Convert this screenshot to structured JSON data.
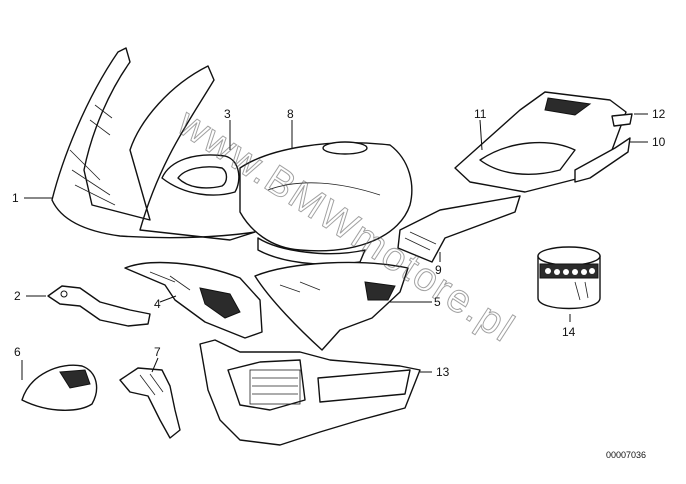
{
  "watermark": "www.BMWmotore.pl",
  "document_number": "00007036",
  "callouts": {
    "c1": "1",
    "c2": "2",
    "c3": "3",
    "c4": "4",
    "c5": "5",
    "c6": "6",
    "c7": "7",
    "c8": "8",
    "c9": "9",
    "c10": "10",
    "c11": "11",
    "c12": "12",
    "c13": "13",
    "c14": "14"
  }
}
